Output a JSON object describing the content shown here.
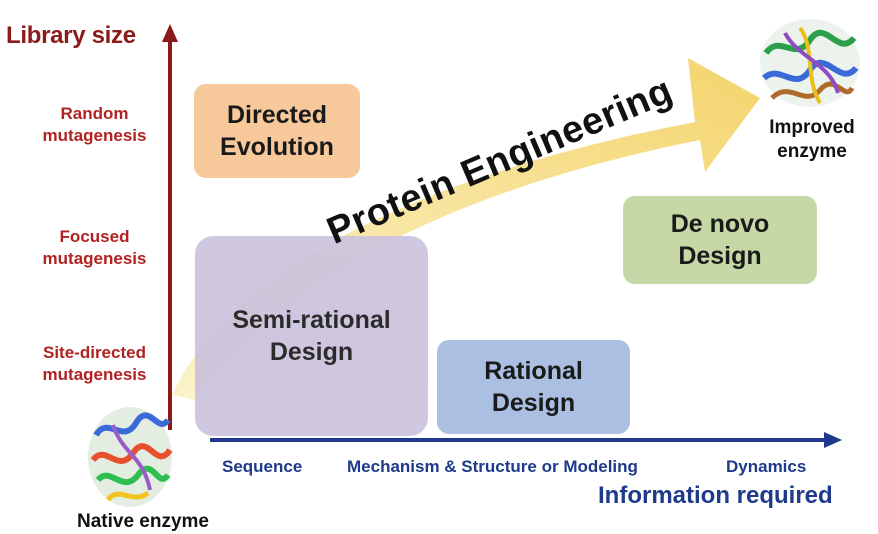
{
  "y_axis": {
    "title": "Library size",
    "levels": [
      {
        "label": "Random\nmutagenesis"
      },
      {
        "label": "Focused\nmutagenesis"
      },
      {
        "label": "Site-directed\nmutagenesis"
      }
    ]
  },
  "x_axis": {
    "title": "Information required",
    "ticks": [
      "Sequence",
      "Mechanism & Structure or Modeling",
      "Dynamics"
    ]
  },
  "arrow_label": "Protein Engineering",
  "boxes": {
    "directed_evolution": "Directed\nEvolution",
    "semi_rational": "Semi-rational\nDesign",
    "rational": "Rational\nDesign",
    "de_novo": "De novo\nDesign"
  },
  "enzymes": {
    "native": "Native enzyme",
    "improved": "Improved\nenzyme"
  },
  "colors": {
    "y_axis": "#8b1a1a",
    "x_axis": "#1f3a8a",
    "arrow": "#f5dd7c",
    "directed_box": "#f6c89a",
    "semi_box": "#ccc2dd",
    "rational_box": "#aabfe2",
    "denovo_box": "#c5d8a6"
  }
}
